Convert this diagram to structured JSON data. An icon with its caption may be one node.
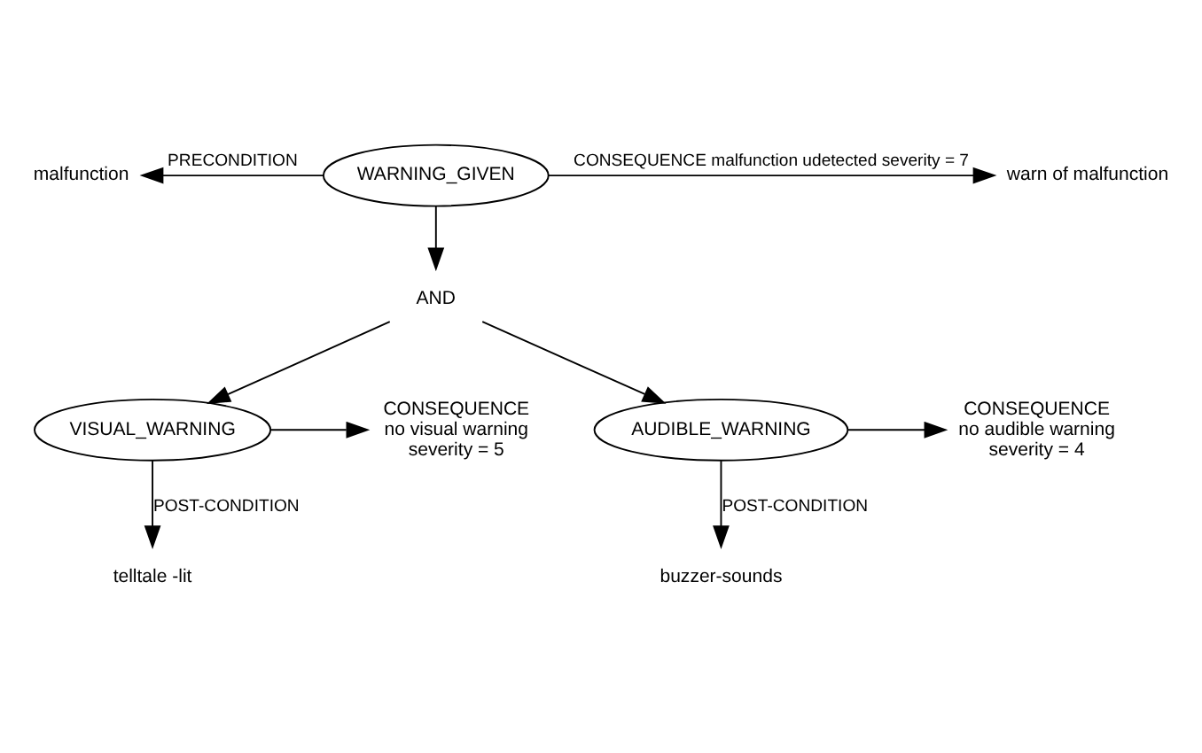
{
  "diagram": {
    "nodes": [
      {
        "text": [
          "malfunction"
        ]
      },
      {
        "text": [
          "WARNING_GIVEN"
        ]
      },
      {
        "text": [
          "warn of malfunction"
        ]
      },
      {
        "text": [
          "AND"
        ]
      },
      {
        "text": [
          "CONSEQUENCE",
          "no visual warning",
          "severity = 5"
        ]
      },
      {
        "text": [
          "VISUAL_WARNING"
        ]
      },
      {
        "text": [
          "CONSEQUENCE",
          "no audible warning",
          "severity = 4"
        ]
      },
      {
        "text": [
          "AUDIBLE_WARNING"
        ]
      },
      {
        "text": [
          "telltale -lit"
        ]
      },
      {
        "text": [
          "buzzer-sounds"
        ]
      }
    ],
    "edges": [
      {
        "from": 1,
        "to": 0,
        "arrow": "to",
        "label": "PRECONDITION"
      },
      {
        "from": 1,
        "to": 2,
        "arrow": "to",
        "label": "CONSEQUENCE malfunction udetected severity = 7"
      },
      {
        "from": 1,
        "to": 3,
        "arrow": "to"
      },
      {
        "from": 3,
        "to": 5,
        "arrow": "to"
      },
      {
        "from": 3,
        "to": 7,
        "arrow": "to"
      },
      {
        "from": 5,
        "to": 4,
        "arrow": "to"
      },
      {
        "from": 7,
        "to": 6,
        "arrow": "to"
      },
      {
        "from": 5,
        "to": 8,
        "arrow": "to",
        "label": "POST-CONDITION"
      },
      {
        "from": 7,
        "to": 9,
        "arrow": "to",
        "label": "POST-CONDITION"
      }
    ]
  }
}
